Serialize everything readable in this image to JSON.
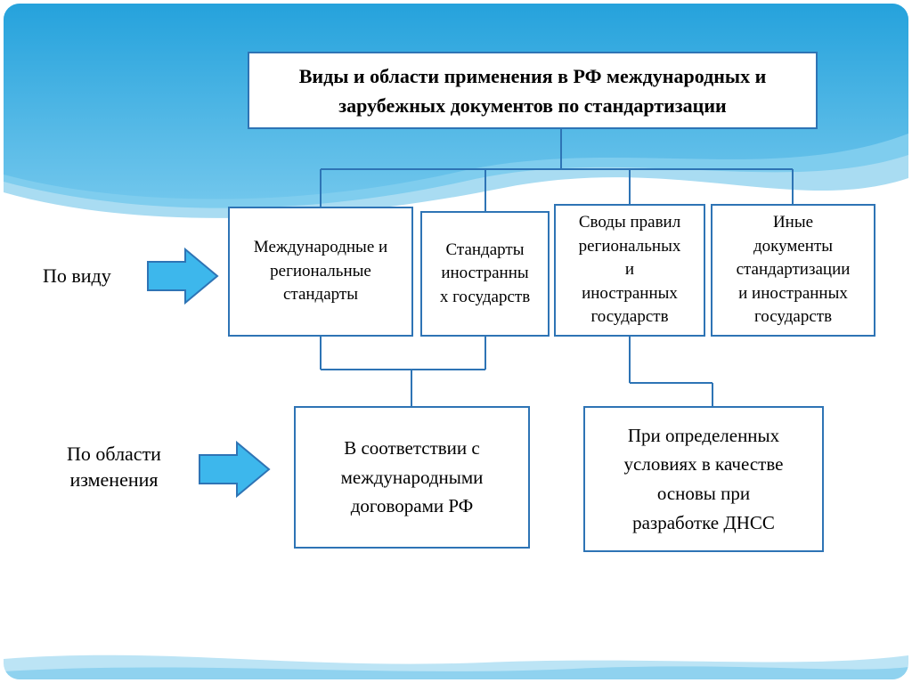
{
  "slide": {
    "title": "Виды и области применения в РФ международных и\nзарубежных документов по стандартизации"
  },
  "rows": {
    "by_type": {
      "label": "По виду",
      "boxes": [
        {
          "label": "Международные и\nрегиональные\nстандарты"
        },
        {
          "label": "Стандарты\nиностранны\nх государств"
        },
        {
          "label": "Своды правил\nрегиональных\nи\nиностранных\nгосударств"
        },
        {
          "label": "Иные\nдокументы\nстандартизации\nи иностранных\nгосударств"
        }
      ]
    },
    "by_area": {
      "label": "По области\nизменения",
      "boxes": [
        {
          "label": "В соответствии с\nмеждународными\nдоговорами РФ"
        },
        {
          "label": "При определенных\nусловиях в качестве\nосновы при\nразработке ДНСС"
        }
      ]
    }
  },
  "colors": {
    "line": "#2E74B5",
    "arrow_fill": "#3DB7EC",
    "arrow_stroke": "#2E74B5",
    "sky_top": "#25A2DC",
    "sky_bottom": "#70C6EC",
    "wave_mid": "#7FCDEE",
    "wave_light": "#A9DCF2",
    "wave_bottom_1": "#BCE4F5",
    "wave_bottom_2": "#8FD2EF"
  }
}
